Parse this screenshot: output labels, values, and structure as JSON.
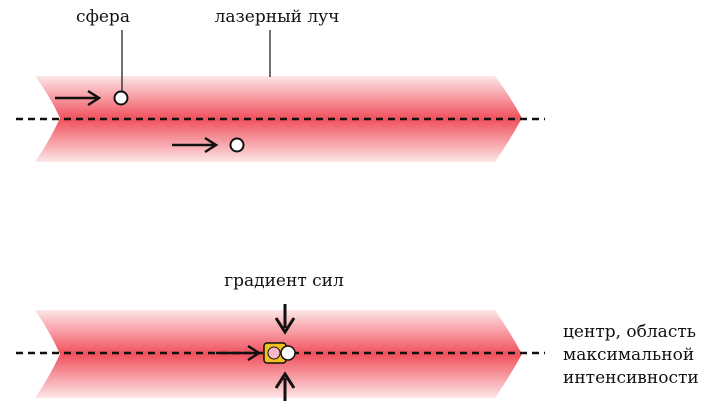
{
  "labels": {
    "sphere": "сфера",
    "laser_beam": "лазерный луч",
    "force_gradient": "градиент сил",
    "center_line1": "центр, область",
    "center_line2": "максимальной",
    "center_line3": "интенсивности"
  },
  "colors": {
    "beam_center": "#f0505c",
    "beam_edge": "#fde6e7",
    "axis": "#111111",
    "trapped_sphere_fill": "#f0c020",
    "trapped_sphere_inner": "#f7b7c8"
  }
}
